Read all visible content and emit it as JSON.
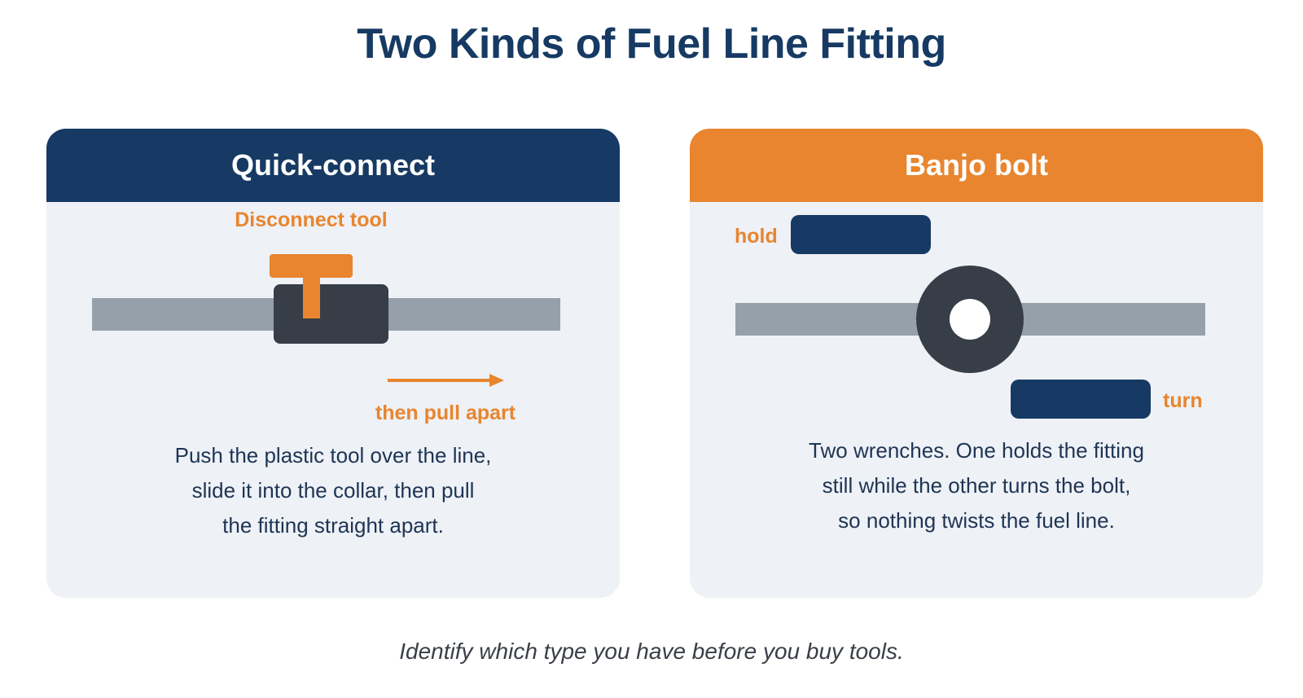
{
  "title": "Two Kinds of Fuel Line Fitting",
  "panels": {
    "quick_connect": {
      "heading": "Quick-connect",
      "tool_label": "Disconnect tool",
      "pull_label": "then pull apart",
      "description": [
        "Push the plastic tool over the line,",
        "slide it into the collar, then pull",
        "the fitting straight apart."
      ]
    },
    "banjo_bolt": {
      "heading": "Banjo bolt",
      "hold_label": "hold",
      "turn_label": "turn",
      "description": [
        "Two wrenches. One holds the fitting",
        "still while the other turns the bolt,",
        "so nothing twists the fuel line."
      ]
    }
  },
  "footer": "Identify which type you have before you buy tools.",
  "colors": {
    "navy": "#163a63",
    "orange": "#e8852e",
    "line_gray": "#96a0ab",
    "fitting_dark": "#383e48",
    "panel_bg": "#eef1f6"
  }
}
